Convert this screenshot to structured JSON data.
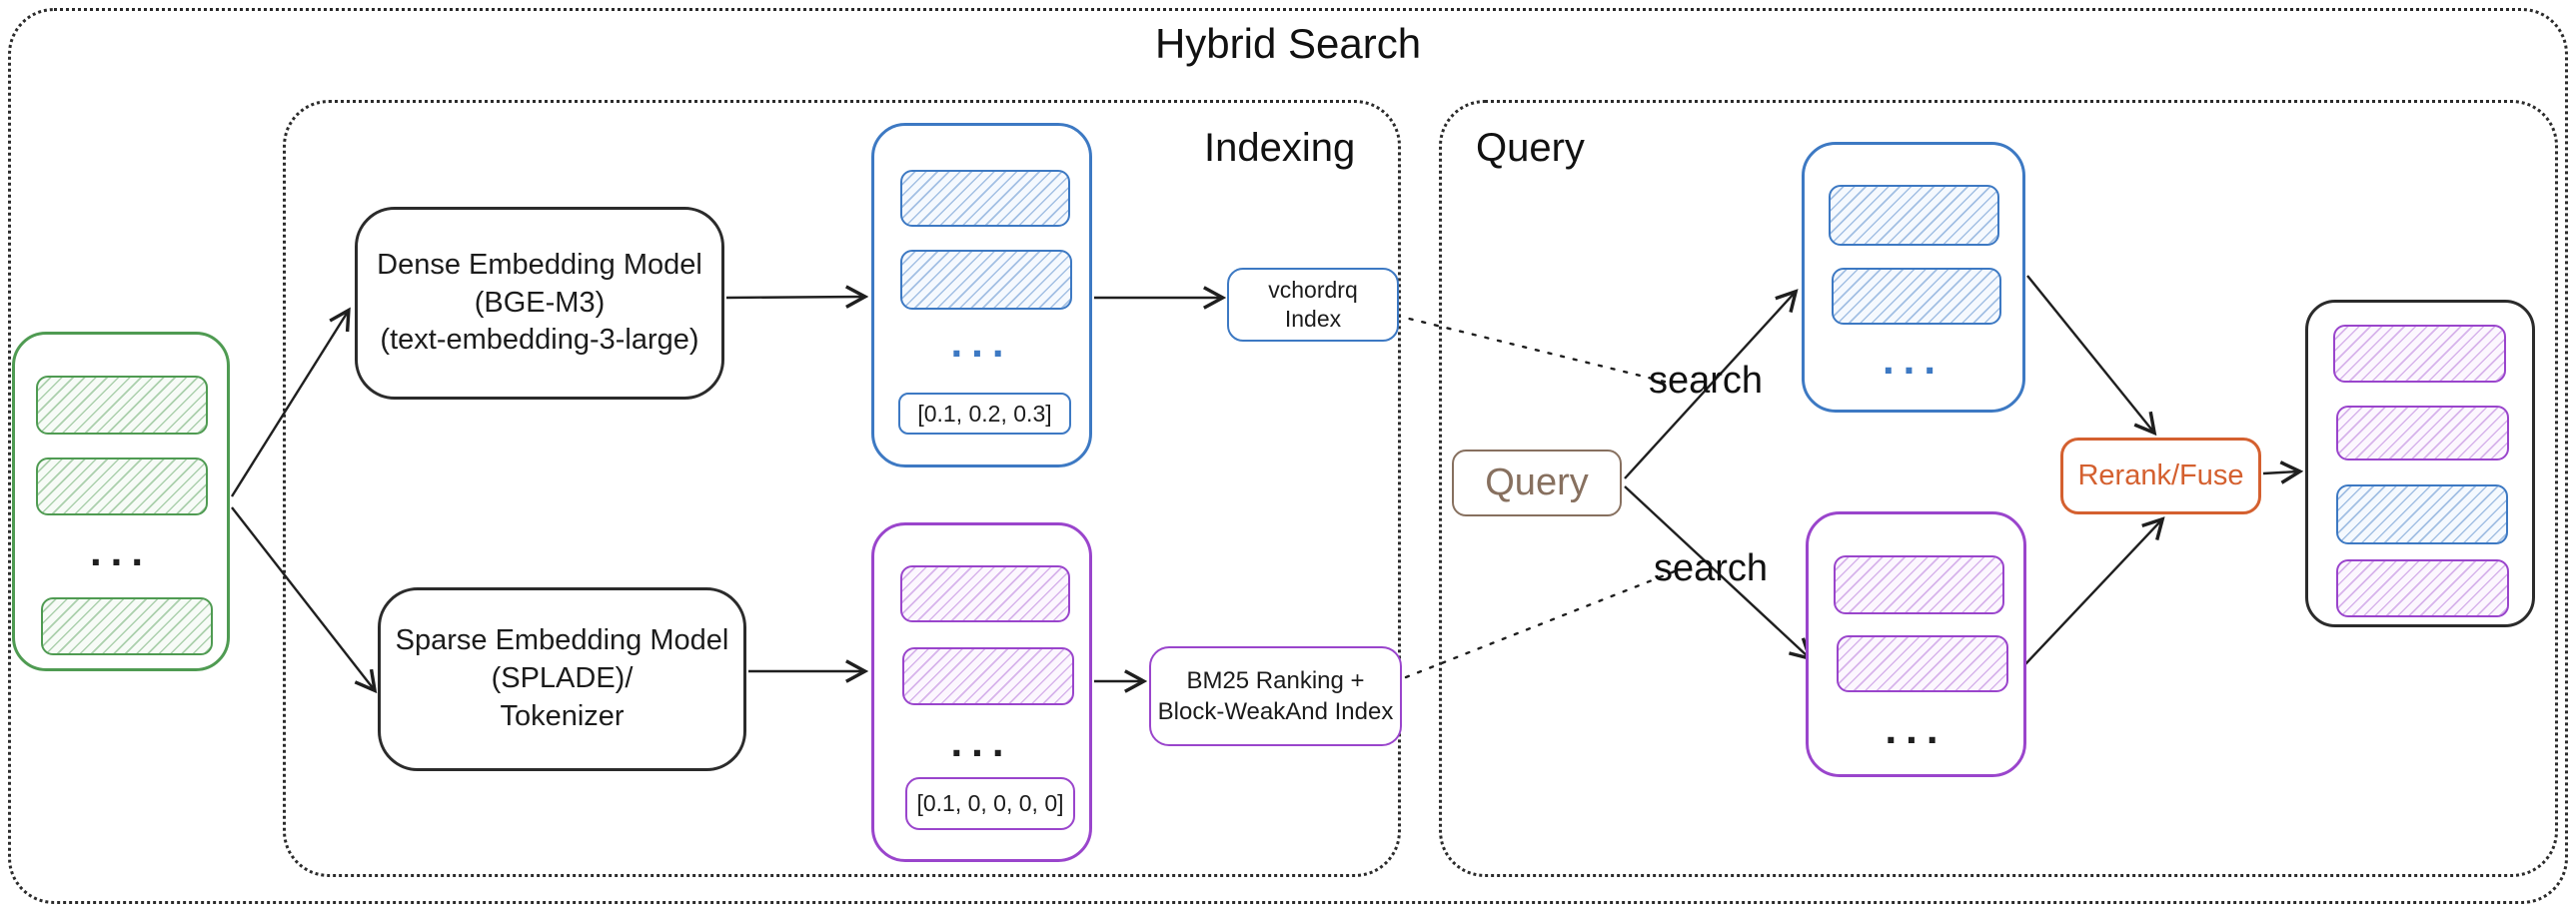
{
  "title": "Hybrid Search",
  "colors": {
    "green": "#4f9b52",
    "blue": "#3d79c3",
    "purple": "#9a45cc",
    "orange": "#d4602f",
    "brown": "#87705f",
    "ink": "#1f1f1f"
  },
  "sections": {
    "indexing_label": "Indexing",
    "query_label": "Query"
  },
  "documents": {
    "ellipsis": "..."
  },
  "indexing": {
    "dense_model": [
      "Dense Embedding Model",
      "(BGE-M3)",
      "(text-embedding-3-large)"
    ],
    "sparse_model": [
      "Sparse Embedding Model",
      "(SPLADE)/",
      "Tokenizer"
    ],
    "dense_vectors": {
      "ellipsis": "...",
      "sample": "[0.1, 0.2, 0.3]"
    },
    "sparse_vectors": {
      "ellipsis": "...",
      "sample": "[0.1, 0, 0, 0, 0]"
    },
    "dense_index": [
      "vchordrq",
      "Index"
    ],
    "sparse_index": [
      "BM25 Ranking +",
      "Block-WeakAnd Index"
    ]
  },
  "query": {
    "input_label": "Query",
    "search_dense": "search",
    "search_sparse": "search",
    "dense_results": {
      "ellipsis": "..."
    },
    "sparse_results": {
      "ellipsis": "..."
    },
    "rerank_label": "Rerank/Fuse"
  }
}
